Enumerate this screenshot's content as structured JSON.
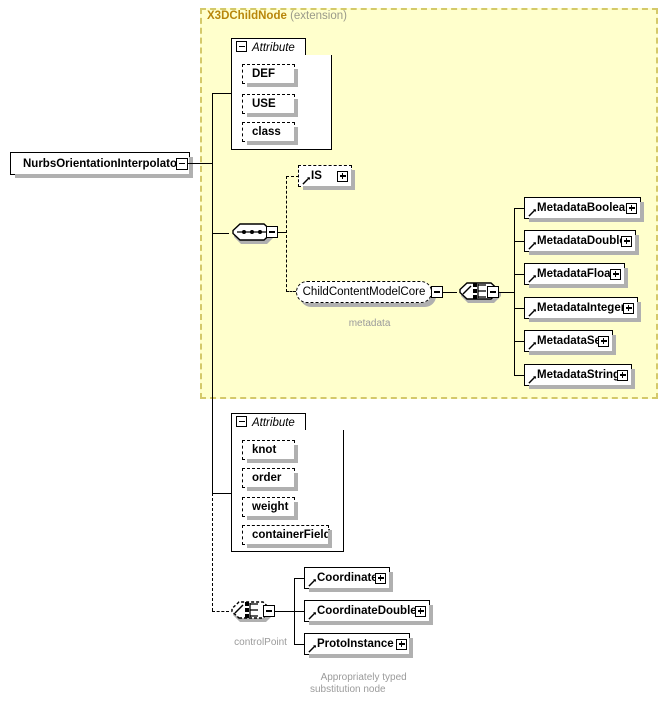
{
  "diagram": {
    "type": "xml-schema-element-diagram",
    "root_element": {
      "name": "NurbsOrientationInterpolator",
      "expander": "minus-icon"
    },
    "extension_region": {
      "base_type": "X3DChildNode",
      "qualifier": "(extension)",
      "fill_color": "#ffffcc",
      "border_color": "#d4c96a"
    },
    "attribute_groups": [
      {
        "title": "Attribute",
        "expander": "minus-icon",
        "attributes": [
          {
            "name": "DEF"
          },
          {
            "name": "USE"
          },
          {
            "name": "class"
          }
        ]
      },
      {
        "title": "Attribute",
        "expander": "minus-icon",
        "attributes": [
          {
            "name": "knot"
          },
          {
            "name": "order"
          },
          {
            "name": "weight"
          },
          {
            "name": "containerField"
          }
        ]
      }
    ],
    "sequence_connector": {
      "kind": "sequence-icon",
      "expander": "minus-icon"
    },
    "is_element": {
      "name": "IS",
      "expander": "plus-icon",
      "optional": true
    },
    "child_content_model": {
      "name": "ChildContentModelCore",
      "expander": "minus-icon",
      "caption": "metadata"
    },
    "metadata_choice": {
      "kind": "choice-icon",
      "expander": "minus-icon"
    },
    "metadata_elements": [
      {
        "name": "MetadataBoolean",
        "expander": "plus-icon"
      },
      {
        "name": "MetadataDouble",
        "expander": "plus-icon"
      },
      {
        "name": "MetadataFloat",
        "expander": "plus-icon"
      },
      {
        "name": "MetadataInteger",
        "expander": "plus-icon"
      },
      {
        "name": "MetadataSet",
        "expander": "plus-icon"
      },
      {
        "name": "MetadataString",
        "expander": "plus-icon"
      }
    ],
    "control_point_choice": {
      "kind": "choice-icon",
      "expander": "minus-icon",
      "caption": "controlPoint"
    },
    "control_point_elements": [
      {
        "name": "Coordinate",
        "expander": "plus-icon"
      },
      {
        "name": "CoordinateDouble",
        "expander": "plus-icon"
      },
      {
        "name": "ProtoInstance",
        "expander": "plus-icon"
      }
    ],
    "footer_caption": "Appropriately typed\nsubstitution node"
  }
}
